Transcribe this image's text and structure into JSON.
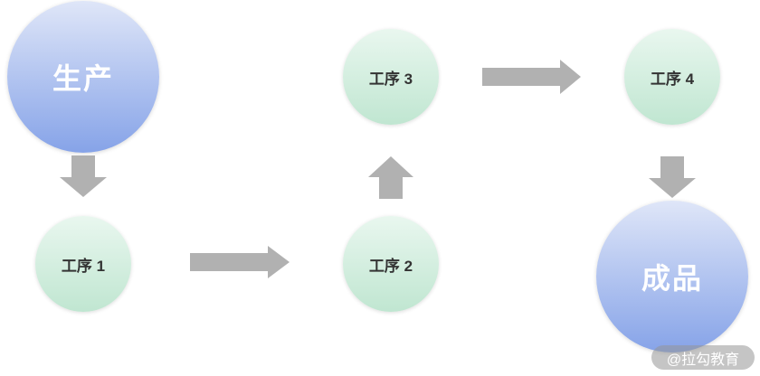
{
  "diagram": {
    "start_node": {
      "label": "生产"
    },
    "steps": [
      {
        "label": "工序 1"
      },
      {
        "label": "工序 2"
      },
      {
        "label": "工序 3"
      },
      {
        "label": "工序 4"
      }
    ],
    "end_node": {
      "label": "成品"
    }
  },
  "watermark": {
    "text": "@拉勾教育"
  },
  "colors": {
    "blue_top": "#dfe6f8",
    "blue_bottom": "#86a3e8",
    "green_top": "#e9f7ef",
    "green_bottom": "#c0e6d1",
    "big_text": "#ffffff",
    "step_text": "#333333",
    "arrow": "#b1b1b1",
    "watermark_bg": "rgba(150,150,150,0.55)",
    "watermark_text": "#ffffff"
  }
}
